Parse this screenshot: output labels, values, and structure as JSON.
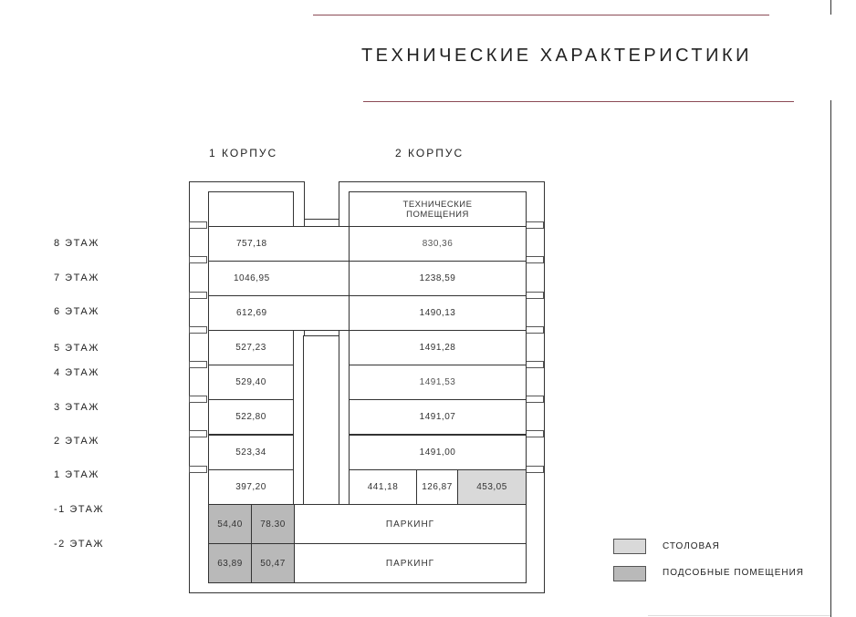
{
  "title": "ТЕХНИЧЕСКИЕ ХАРАКТЕРИСТИКИ",
  "corpus_1": "1 КОРПУС",
  "corpus_2": "2 КОРПУС",
  "floors": [
    "8 ЭТАЖ",
    "7 ЭТАЖ",
    "6 ЭТАЖ",
    "5 ЭТАЖ",
    "4 ЭТАЖ",
    "3 ЭТАЖ",
    "2 ЭТАЖ",
    "1 ЭТАЖ",
    "-1 ЭТАЖ",
    "-2 ЭТАЖ"
  ],
  "tech_rooms": "ТЕХНИЧЕСКИЕ\nПОМЕЩЕНИЯ",
  "corpus1_values": [
    "757,18",
    "1046,95",
    "612,69",
    "527,23",
    "529,40",
    "522,80",
    "523,34",
    "397,20"
  ],
  "corpus2_values": [
    "830,36",
    "1238,59",
    "1490,13",
    "1491,28",
    "1491,53",
    "1491,07",
    "1491,00"
  ],
  "floor1_corpus2": [
    "441,18",
    "126,87",
    "453,05"
  ],
  "basement1": [
    "54,40",
    "78.30",
    "ПАРКИНГ"
  ],
  "basement2": [
    "63,89",
    "50,47",
    "ПАРКИНГ"
  ],
  "legend": [
    {
      "label": "СТОЛОВАЯ",
      "color": "#d9d9d9"
    },
    {
      "label": "ПОДСОБНЫЕ ПОМЕЩЕНИЯ",
      "color": "#b9b9b9"
    }
  ]
}
